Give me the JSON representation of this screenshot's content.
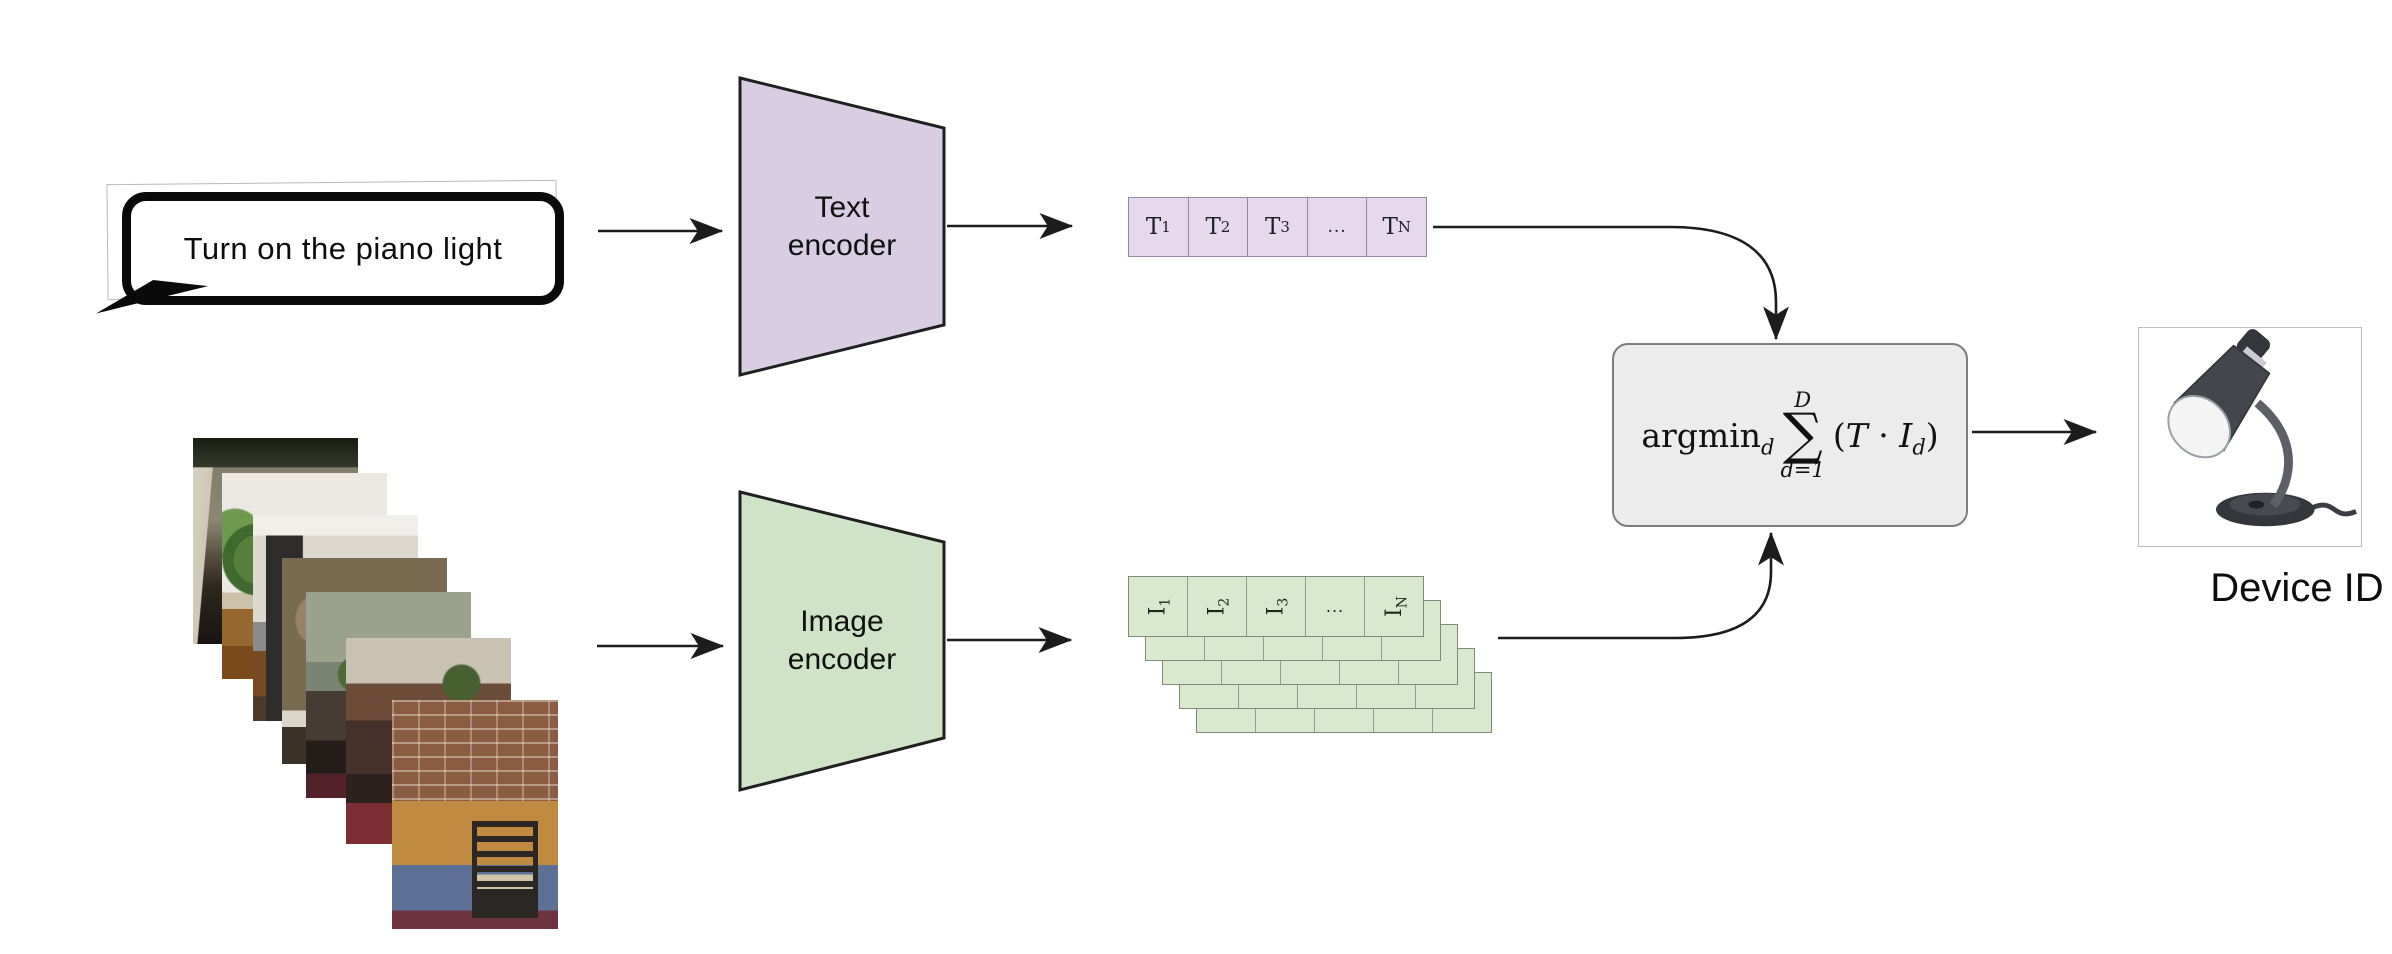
{
  "colors": {
    "ink": "#1c1c1c",
    "purple_encoder": "#d8cde3",
    "purple_token_fill": "#e7d9ec",
    "purple_token_border": "#9a87a8",
    "green_encoder": "#cfe3c6",
    "green_token_fill": "#d8e9ce",
    "green_token_border": "#8f9c86",
    "formula_box_fill": "#ececec",
    "formula_box_border": "#7d7d7d",
    "photo_frame_border": "#bdbdbd"
  },
  "speech_bubble": {
    "text": "Turn on the piano light"
  },
  "encoders": {
    "text": {
      "line1": "Text",
      "line2": "encoder"
    },
    "image": {
      "line1": "Image",
      "line2": "encoder"
    }
  },
  "text_embeddings": {
    "tokens": [
      {
        "base": "T",
        "sub": "1"
      },
      {
        "base": "T",
        "sub": "2"
      },
      {
        "base": "T",
        "sub": "3"
      },
      {
        "base": "...",
        "sub": ""
      },
      {
        "base": "T",
        "sub": "N"
      }
    ]
  },
  "image_embeddings": {
    "tokens": [
      {
        "base": "I",
        "sub": "1"
      },
      {
        "base": "I",
        "sub": "2"
      },
      {
        "base": "I",
        "sub": "3"
      },
      {
        "base": "...",
        "sub": ""
      },
      {
        "base": "I",
        "sub": "N"
      }
    ],
    "stack_layers": 5
  },
  "formula": {
    "operator": "argmin",
    "operator_sub": "d",
    "sum_upper": "D",
    "sum_symbol": "∑",
    "sum_lower": "d=1",
    "expr_open": "(",
    "expr_t": "T",
    "expr_dot": " · ",
    "expr_i": "I",
    "expr_i_sub": "d",
    "expr_close": ")"
  },
  "output": {
    "label": "Device ID",
    "icon": "desk-lamp"
  },
  "photos": [
    "dark-living-room",
    "room-with-house-plant",
    "living-room-wall-and-cabinet",
    "stone-fireplace-with-lamp",
    "piano-with-plants",
    "upright-piano-red-carpet",
    "dining-table-brick-wall"
  ]
}
